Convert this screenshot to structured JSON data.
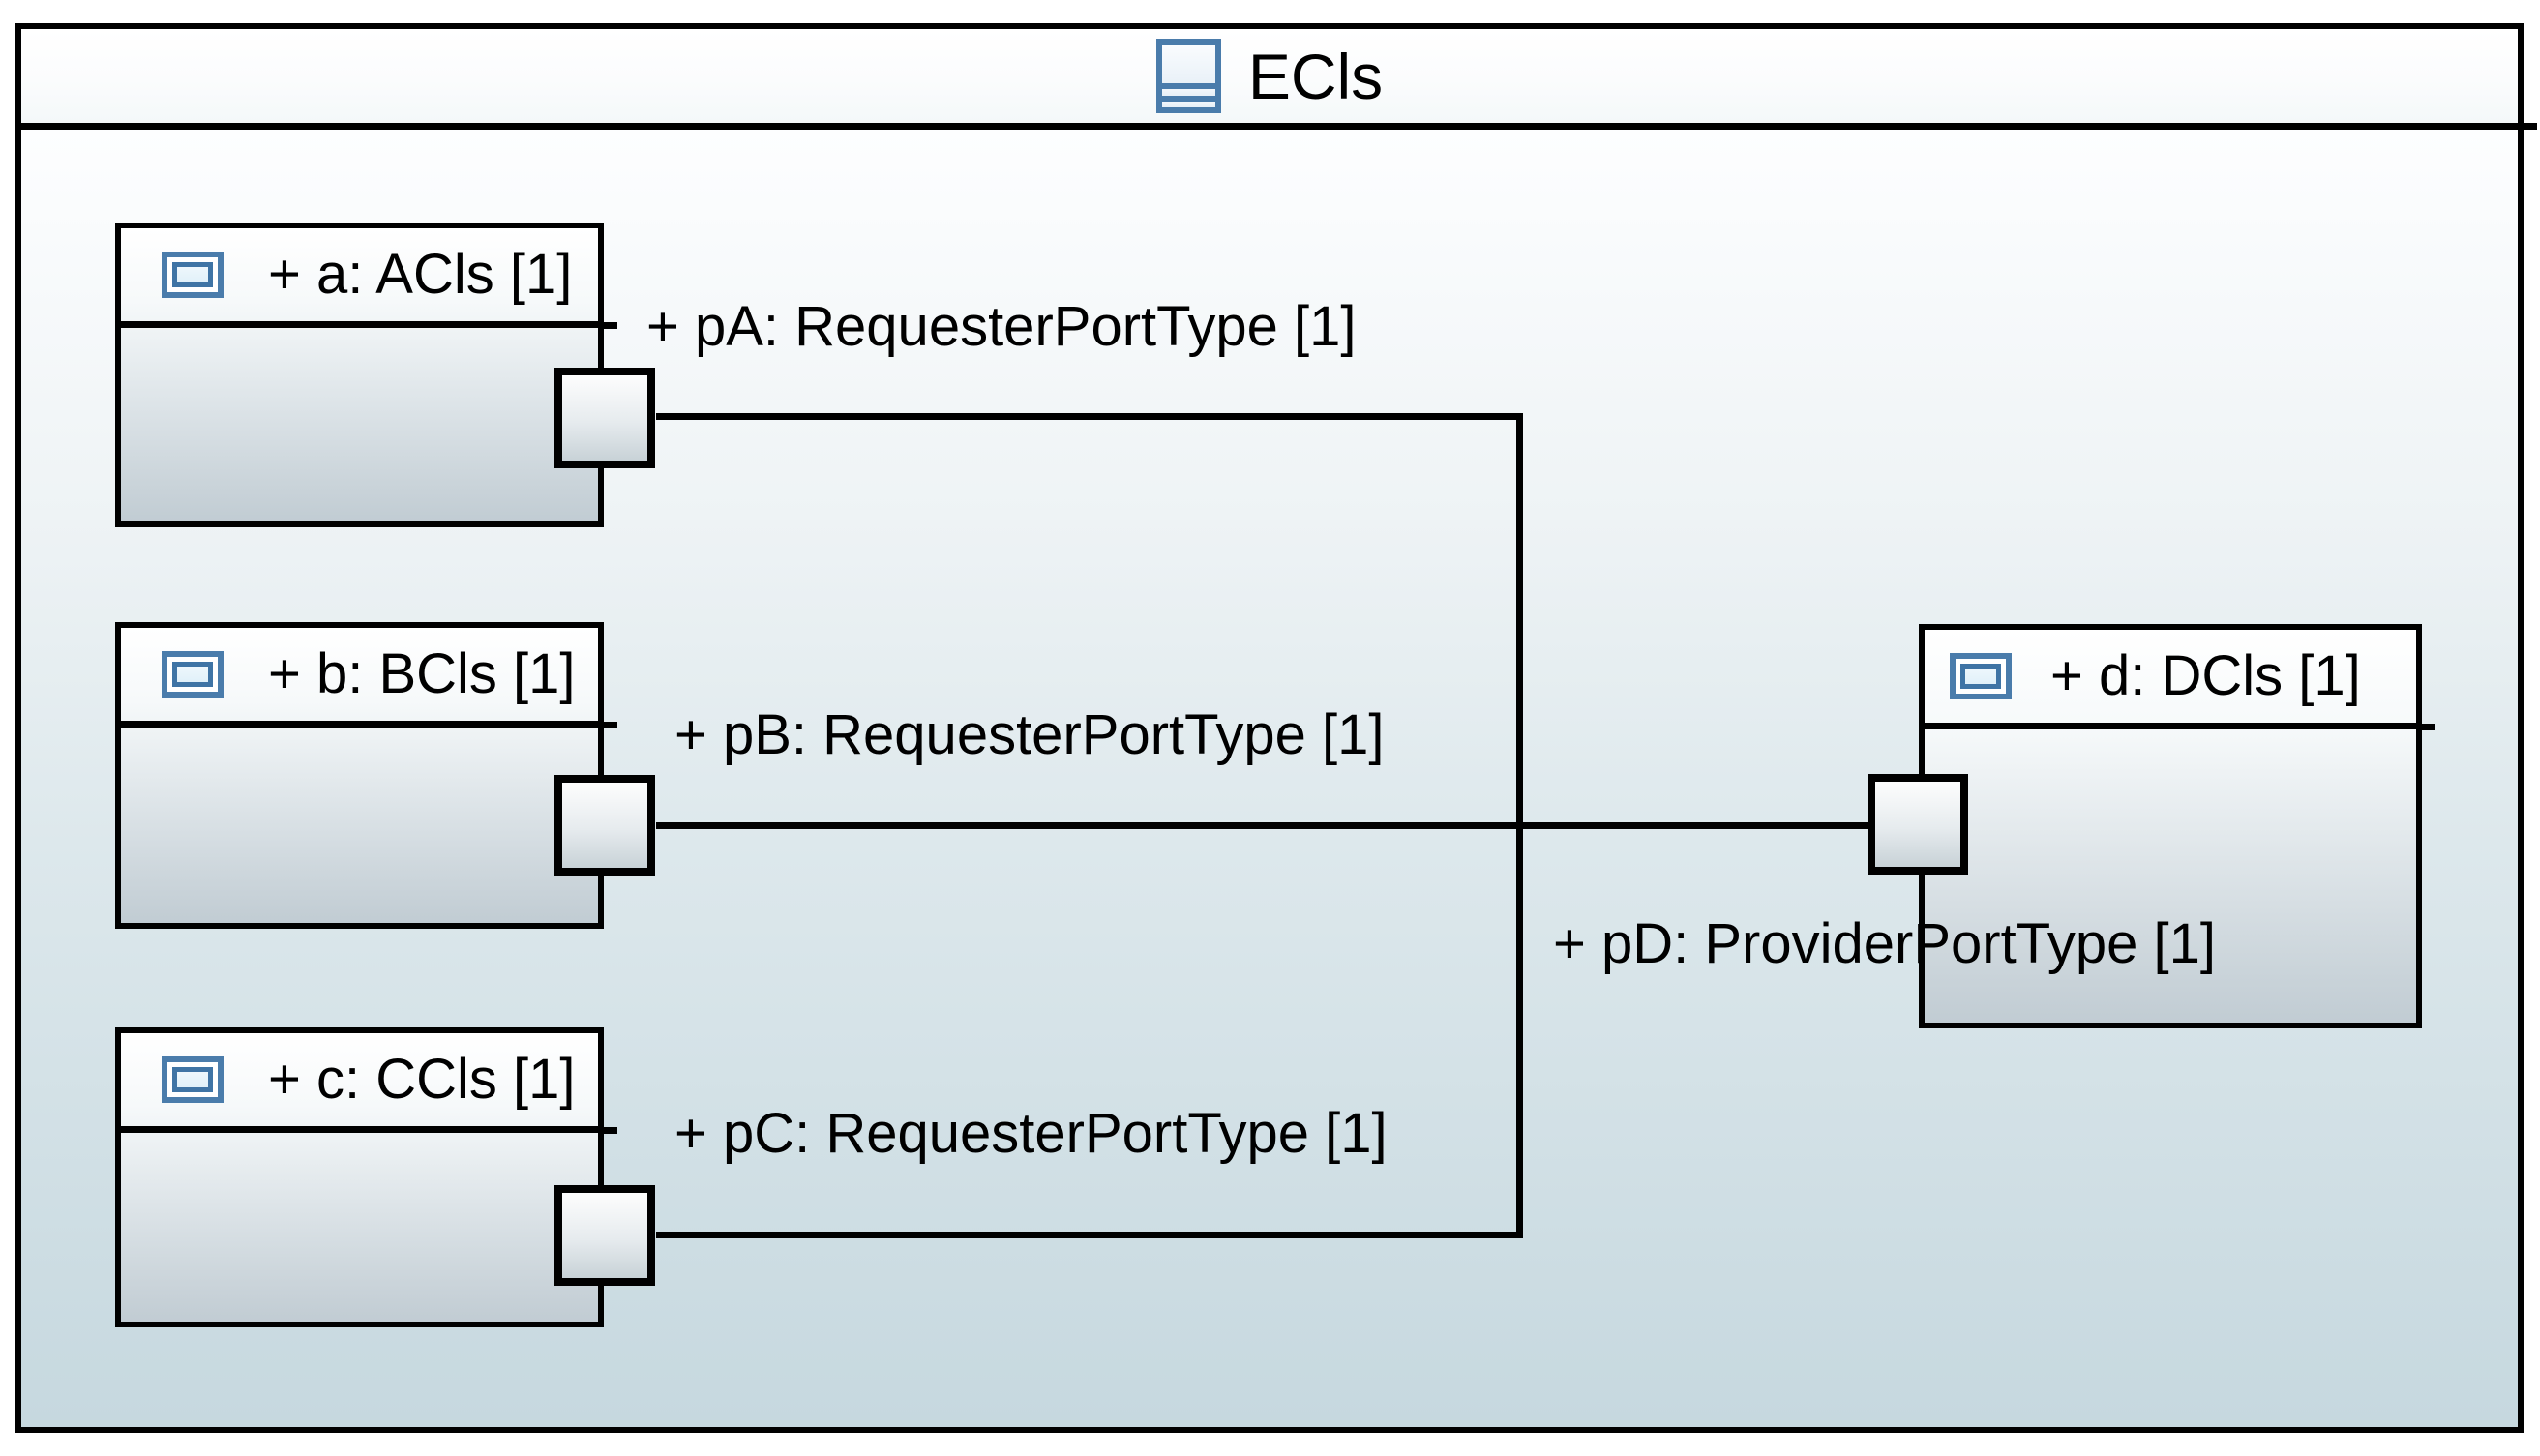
{
  "diagram": {
    "tool_style": "uml-composite-structure",
    "title": {
      "icon": "class-icon",
      "text": "ECls"
    },
    "components": {
      "a": {
        "icon": "part-icon",
        "label": "+ a: ACls [1]"
      },
      "b": {
        "icon": "part-icon",
        "label": "+ b: BCls [1]"
      },
      "c": {
        "icon": "part-icon",
        "label": "+ c: CCls [1]"
      },
      "d": {
        "icon": "part-icon",
        "label": "+ d: DCls [1]"
      }
    },
    "port_labels": {
      "pA": "+ pA: RequesterPortType [1]",
      "pB": "+ pB: RequesterPortType [1]",
      "pC": "+ pC: RequesterPortType [1]",
      "pD": "+ pD: ProviderPortType [1]"
    },
    "connections": [
      {
        "from": "pA",
        "to": "pD"
      },
      {
        "from": "pB",
        "to": "pD"
      },
      {
        "from": "pC",
        "to": "pD"
      }
    ],
    "colors": {
      "line": "#000000",
      "icon_blue": "#4a7cab",
      "icon_inner_blue": "#3f74a5",
      "container_fill_bottom": "#c6d8df",
      "component_fill_bottom": "#c1ccd3",
      "port_fill_bottom": "#c8d2d7",
      "text": "#000000"
    }
  }
}
